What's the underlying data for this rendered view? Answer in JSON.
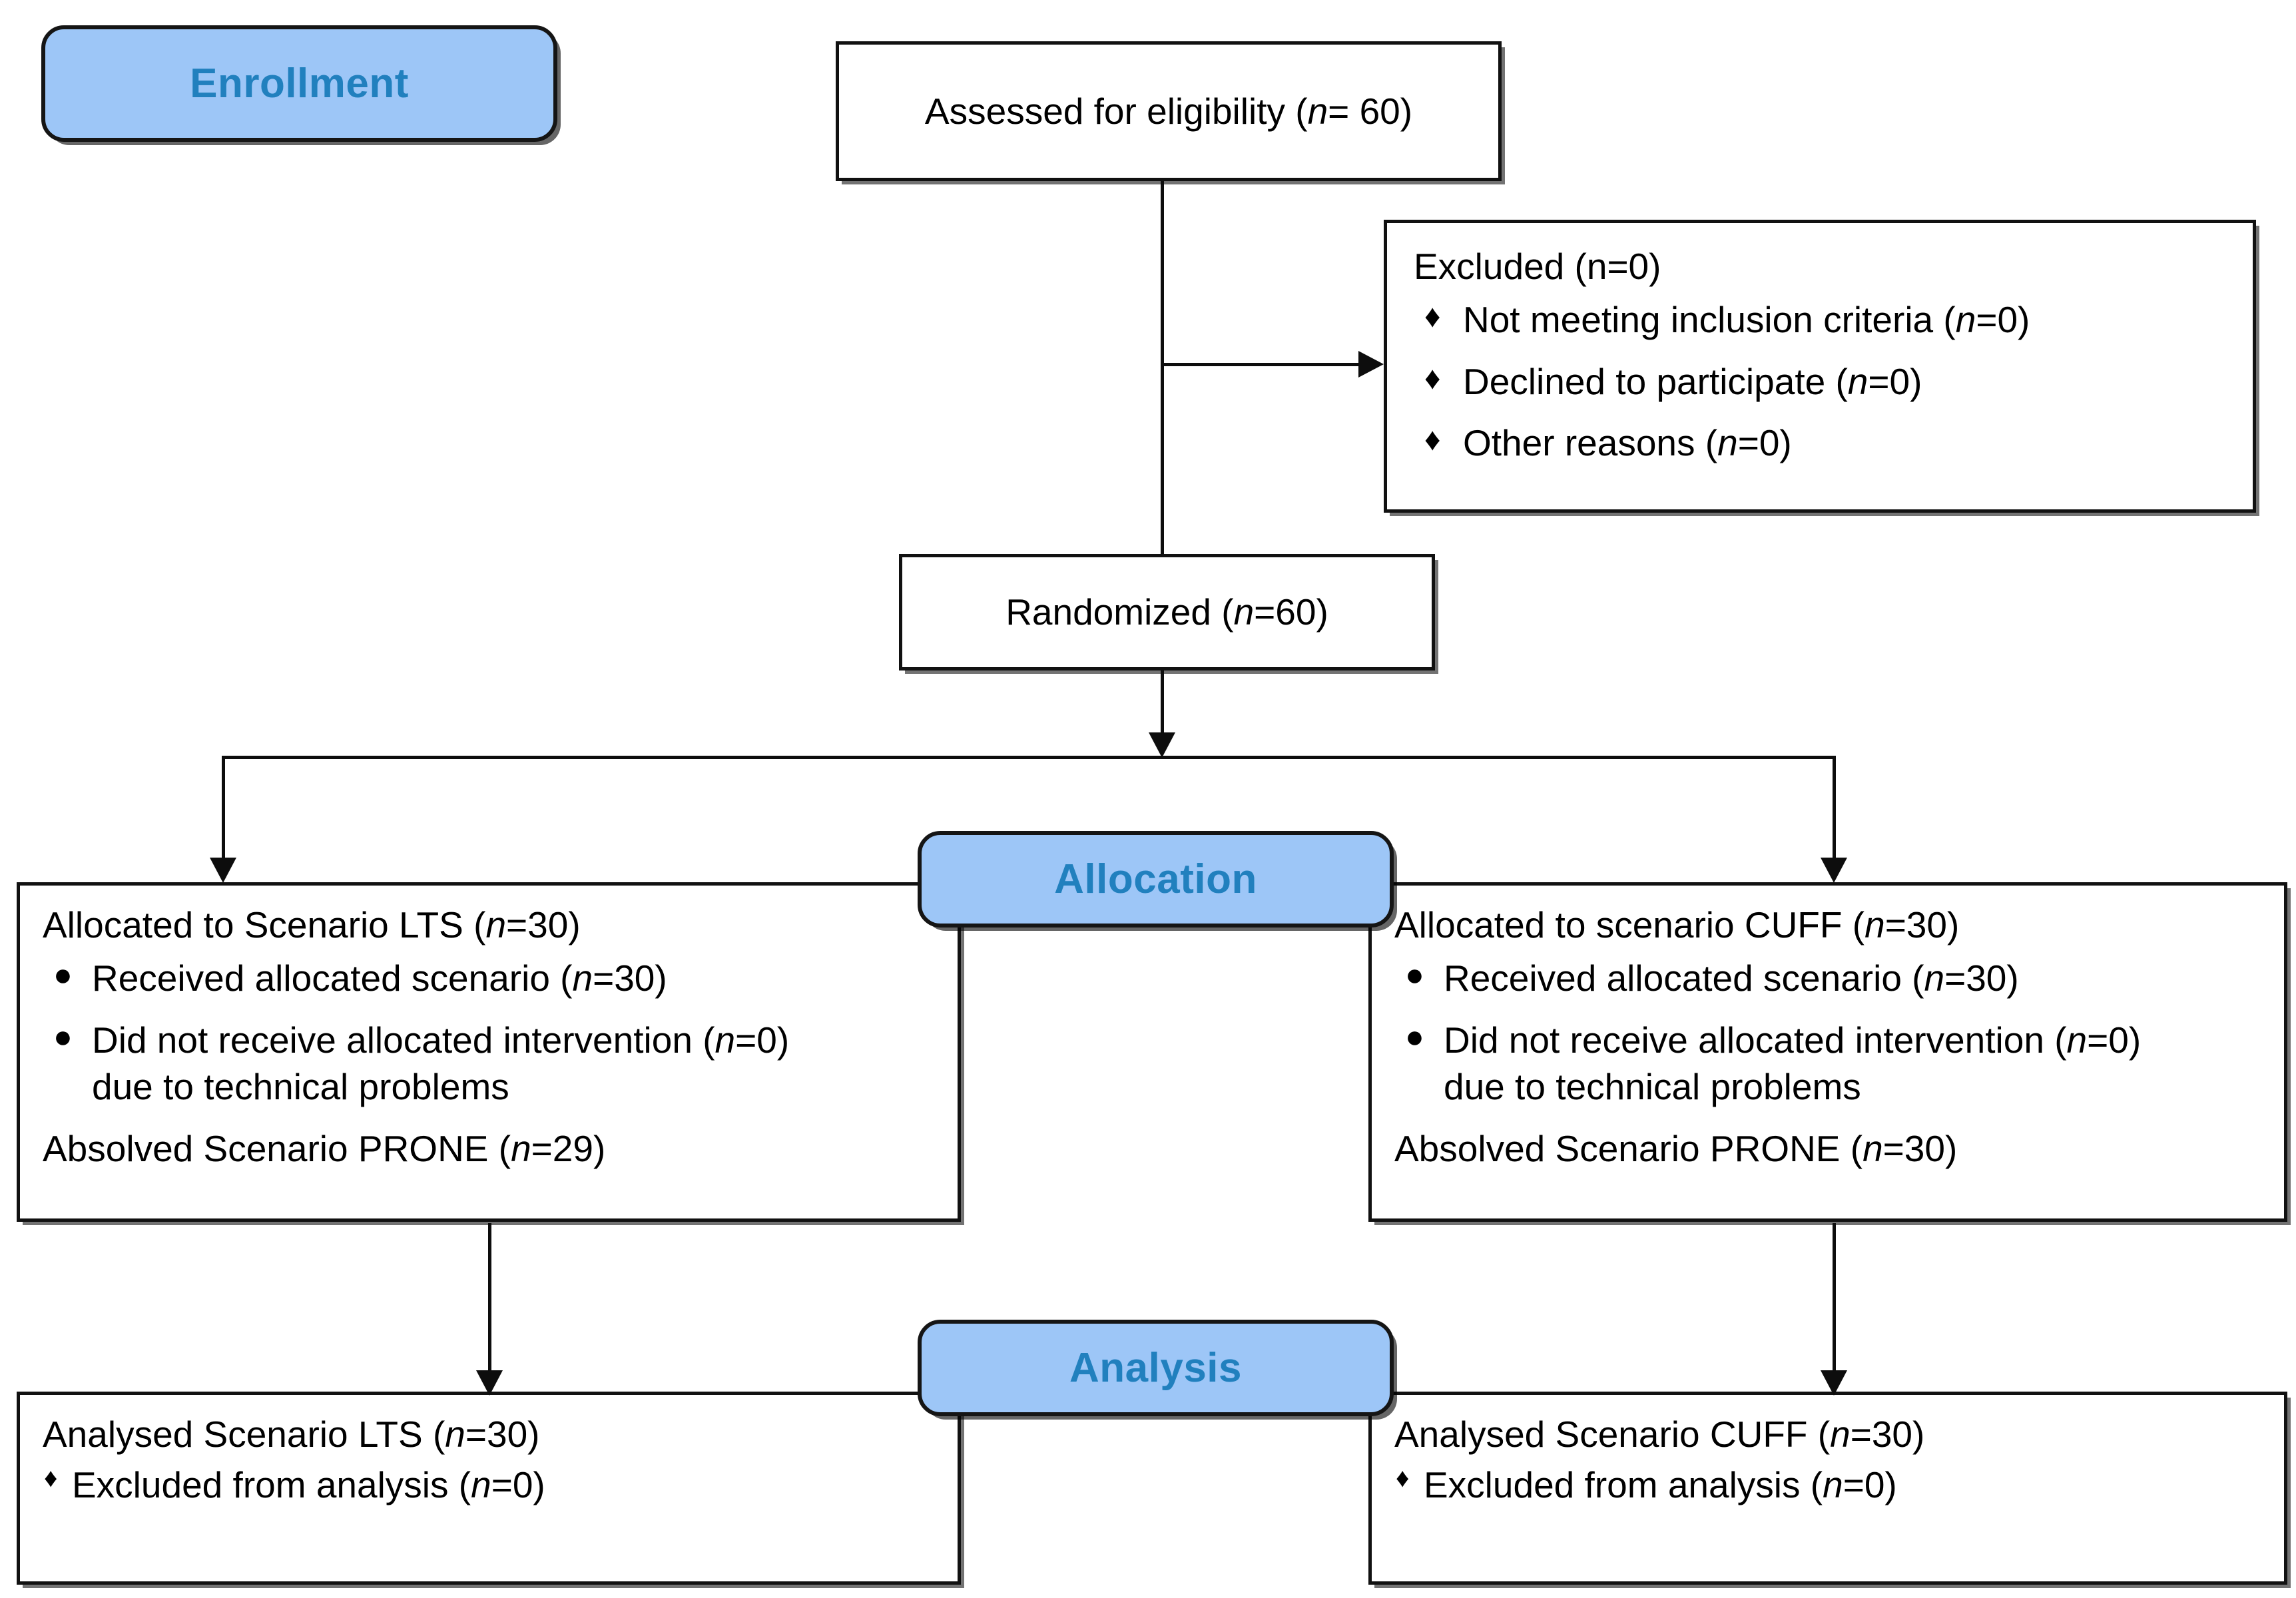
{
  "diagram": {
    "title": "CONSORT participant flow diagram",
    "colors": {
      "banner_fill": "#9DC6F7",
      "banner_text": "#2180BE",
      "line": "#0d0d0d",
      "box_border": "#111111",
      "box_fill": "#ffffff",
      "text": "#000000"
    }
  },
  "banners": {
    "enrollment": "Enrollment",
    "allocation": "Allocation",
    "analysis": "Analysis"
  },
  "nodes": {
    "assessed": {
      "text": "Assessed for eligibility (n= 60)",
      "prefix": "Assessed for eligibility (",
      "italic_n": "n",
      "suffix": "= 60)"
    },
    "excluded": {
      "heading": "Excluded (n=0)",
      "items": [
        {
          "marker": "♦",
          "text": "Not meeting inclusion criteria (n=0)",
          "prefix": "Not meeting inclusion criteria (",
          "italic_n": "n",
          "suffix": "=0)"
        },
        {
          "marker": "♦",
          "text": "Declined to participate (n=0)",
          "prefix": "Declined to participate (",
          "italic_n": "n",
          "suffix": "=0)"
        },
        {
          "marker": "♦",
          "text": "Other reasons (n=0)",
          "prefix": "Other reasons (",
          "italic_n": "n",
          "suffix": "=0)"
        }
      ]
    },
    "randomized": {
      "text": "Randomized (n=60)",
      "prefix": "Randomized (",
      "italic_n": "n",
      "suffix": "=60)"
    },
    "alloc_left": {
      "heading": "Allocated to Scenario LTS (n=30)",
      "heading_prefix": "Allocated to Scenario LTS (",
      "heading_italic_n": "n",
      "heading_suffix": "=30)",
      "items": [
        {
          "marker": "●",
          "text": "Received allocated scenario (n=30)",
          "prefix": "Received allocated scenario (",
          "italic_n": "n",
          "suffix": "=30)"
        },
        {
          "marker": "●",
          "text": "Did not receive allocated intervention (n=0) due to technical problems",
          "prefix": "Did not receive allocated intervention (",
          "italic_n": "n",
          "suffix": "=0)\ndue to technical problems"
        }
      ],
      "footer": "Absolved Scenario PRONE (n=29)",
      "footer_prefix": "Absolved Scenario PRONE (",
      "footer_italic_n": "n",
      "footer_suffix": "=29)"
    },
    "alloc_right": {
      "heading": "Allocated to scenario CUFF (n=30)",
      "heading_prefix": "Allocated to scenario CUFF (",
      "heading_italic_n": "n",
      "heading_suffix": "=30)",
      "items": [
        {
          "marker": "●",
          "text": "Received allocated scenario (n=30)",
          "prefix": "Received allocated scenario (",
          "italic_n": "n",
          "suffix": "=30)"
        },
        {
          "marker": "●",
          "text": "Did not receive allocated intervention (n=0) due to technical problems",
          "prefix": "Did not receive allocated intervention (",
          "italic_n": "n",
          "suffix": "=0)\ndue to technical problems"
        }
      ],
      "footer": "Absolved Scenario PRONE (n=30)",
      "footer_prefix": "Absolved Scenario PRONE (",
      "footer_italic_n": "n",
      "footer_suffix": "=30)"
    },
    "analysis_left": {
      "heading": "Analysed Scenario LTS (n=30)",
      "heading_prefix": "Analysed Scenario LTS (",
      "heading_italic_n": "n",
      "heading_suffix": "=30)",
      "items": [
        {
          "marker": "♦",
          "text": "Excluded from analysis (n=0)",
          "prefix": "Excluded from analysis (",
          "italic_n": "n",
          "suffix": "=0)"
        }
      ]
    },
    "analysis_right": {
      "heading": "Analysed Scenario CUFF (n=30)",
      "heading_prefix": "Analysed Scenario CUFF (",
      "heading_italic_n": "n",
      "heading_suffix": "=30)",
      "items": [
        {
          "marker": "♦",
          "text": "Excluded from analysis (n=0)",
          "prefix": "Excluded from analysis (",
          "italic_n": "n",
          "suffix": "=0)"
        }
      ]
    }
  },
  "flow": {
    "assessed_n": 60,
    "excluded_n": 0,
    "randomized_n": 60,
    "allocated_lts_n": 30,
    "allocated_cuff_n": 30,
    "analysed_lts_n": 30,
    "analysed_cuff_n": 30
  }
}
